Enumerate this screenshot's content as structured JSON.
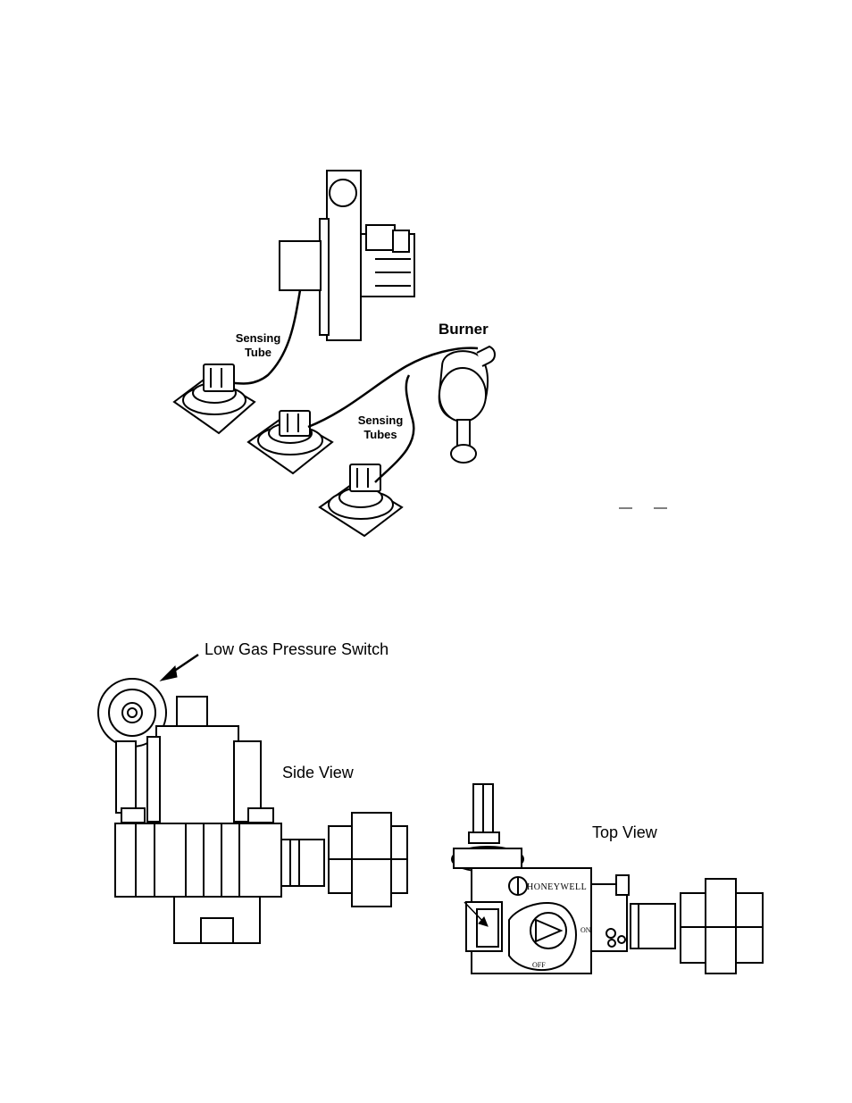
{
  "figure_top": {
    "burner_label": "Burner",
    "sensing_tube_label": [
      "Sensing",
      "Tube"
    ],
    "sensing_tubes_label": [
      "Sensing",
      "Tubes"
    ]
  },
  "figure_bottom": {
    "low_gas_switch_label": "Low Gas Pressure Switch",
    "side_view_label": "Side View",
    "top_view_label": "Top View",
    "brand_text": "HONEYWELL",
    "knob_off_text": "OFF",
    "knob_on_text": "ON"
  }
}
